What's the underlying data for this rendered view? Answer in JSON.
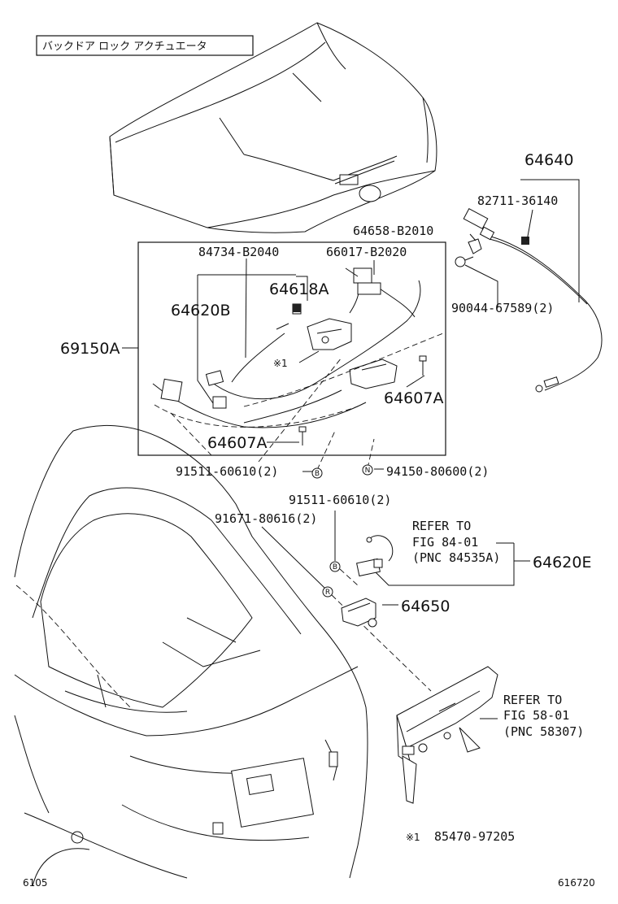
{
  "title": "バックドア ロック アクチュエータ",
  "corner_left": "6105",
  "corner_right": "616720",
  "callouts": {
    "p64640": "64640",
    "p82711": "82711-36140",
    "p64658": "64658-B2010",
    "p84734": "84734-B2040",
    "p66017": "66017-B2020",
    "p64618A": "64618A",
    "p64620B": "64620B",
    "p90044": "90044-67589(2)",
    "p69150A": "69150A",
    "note1": "※1",
    "p64607A_right": "64607A",
    "p64607A_bottom": "64607A",
    "p91511_left": "91511-60610(2)",
    "p94150": "94150-80600(2)",
    "p91511_mid": "91511-60610(2)",
    "p91671": "91671-80616(2)",
    "p64620E": "64620E",
    "p64650": "64650"
  },
  "markers": {
    "b": "B",
    "n": "N",
    "r": "R"
  },
  "refer_84": {
    "line1": "REFER TO",
    "line2": "FIG 84-01",
    "line3": "(PNC 84535A)"
  },
  "refer_58": {
    "line1": "REFER TO",
    "line2": "FIG 58-01",
    "line3": "(PNC 58307)"
  },
  "footnote": {
    "mark": "※1",
    "number": "85470-97205"
  }
}
